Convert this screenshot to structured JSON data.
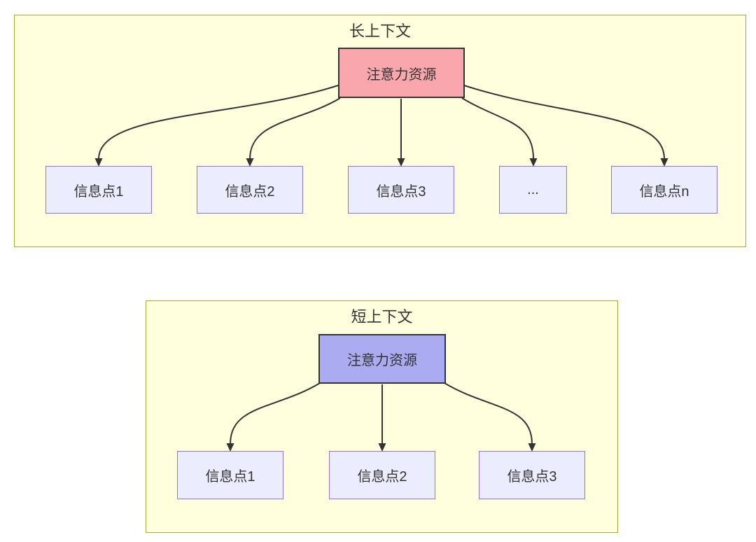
{
  "diagram": {
    "kind": "flowchart",
    "colors": {
      "cluster_fill": "#ffffde",
      "cluster_border": "#aaaa33",
      "info_node_fill": "#ececff",
      "info_node_border": "#9370db",
      "attention_long_fill": "#f9a7ac",
      "attention_short_fill": "#aaabf0",
      "node_border_dark": "#333333",
      "edge_color": "#333333",
      "text_color": "#333333"
    },
    "long_context": {
      "title": "长上下文",
      "attention_label": "注意力资源",
      "nodes": [
        "信息点1",
        "信息点2",
        "信息点3",
        "...",
        "信息点n"
      ]
    },
    "short_context": {
      "title": "短上下文",
      "attention_label": "注意力资源",
      "nodes": [
        "信息点1",
        "信息点2",
        "信息点3"
      ]
    }
  }
}
